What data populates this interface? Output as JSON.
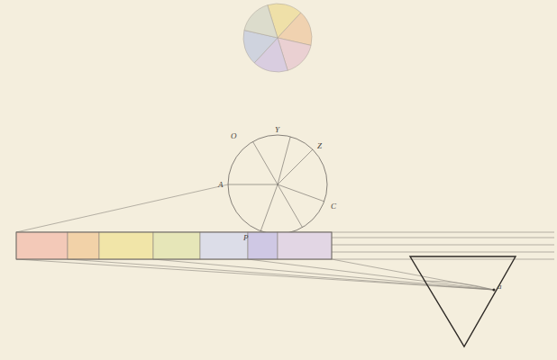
{
  "diagram": {
    "labels": [
      "A",
      "O",
      "Y",
      "Z",
      "C",
      "P",
      "a"
    ]
  }
}
